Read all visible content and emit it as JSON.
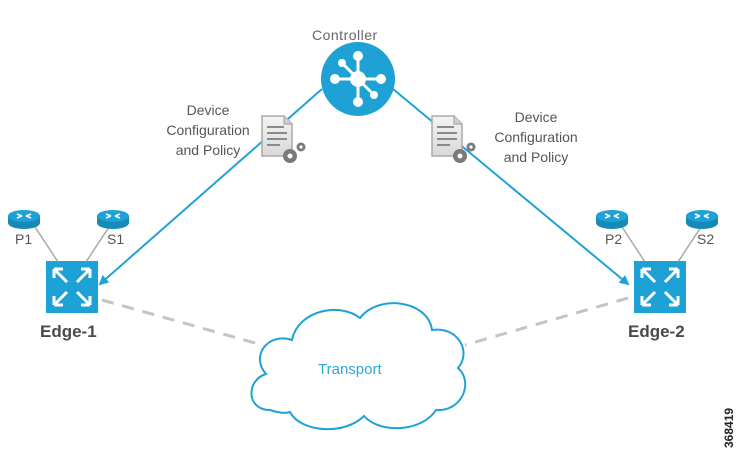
{
  "colors": {
    "accent": "#1ea2d6",
    "line": "#1ea2d6",
    "dashed": "#bfbfbf",
    "text": "#555555"
  },
  "controller": {
    "label": "Controller",
    "icon": "hub-network-icon"
  },
  "config_left": {
    "line1": "Device",
    "line2": "Configuration",
    "line3": "and Policy",
    "icon": "document-gear-icon"
  },
  "config_right": {
    "line1": "Device",
    "line2": "Configuration",
    "line3": "and Policy",
    "icon": "document-gear-icon"
  },
  "edge1": {
    "label": "Edge-1",
    "routers": [
      {
        "label": "P1"
      },
      {
        "label": "S1"
      }
    ]
  },
  "edge2": {
    "label": "Edge-2",
    "routers": [
      {
        "label": "P2"
      },
      {
        "label": "S2"
      }
    ]
  },
  "transport": {
    "label": "Transport",
    "icon": "cloud-icon"
  },
  "figure_id": "368419"
}
